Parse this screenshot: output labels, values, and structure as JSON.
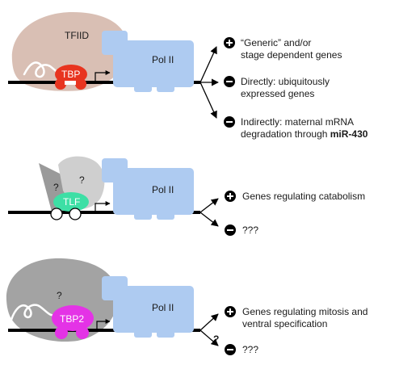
{
  "panels": [
    {
      "complex_label": "TFIID",
      "factor_label": "TBP",
      "pol_label": "Pol II",
      "outcomes": [
        {
          "sign": "plus",
          "line1": "“Generic” and/or",
          "line2": "stage dependent genes"
        },
        {
          "sign": "minus",
          "line1": "Directly: ubiquitously",
          "line2": "expressed genes"
        },
        {
          "sign": "minus",
          "line1": "Indirectly: maternal mRNA",
          "line2_prefix": "degradation through ",
          "line2_bold": "miR-430"
        }
      ],
      "colors": {
        "complex": "#d9bfb4",
        "factor": "#e8341f"
      }
    },
    {
      "unknown_mark_1": "?",
      "unknown_mark_2": "?",
      "factor_label": "TLF",
      "pol_label": "Pol II",
      "outcomes": [
        {
          "sign": "plus",
          "line1": "Genes regulating catabolism"
        },
        {
          "sign": "minus",
          "line1": "???"
        }
      ],
      "colors": {
        "complex_dark": "#9a9a9a",
        "complex_light": "#cfcfcf",
        "factor": "#3ddfa5"
      }
    },
    {
      "unknown_mark_1": "?",
      "factor_label": "TBP2",
      "pol_label": "Pol II",
      "outcomes": [
        {
          "sign": "plus",
          "line1": "Genes regulating mitosis and",
          "line2": "ventral specification"
        },
        {
          "sign": "minus",
          "line1": "???",
          "arrow_mark": "?"
        }
      ],
      "colors": {
        "complex": "#a3a3a3",
        "factor": "#e433e6"
      }
    }
  ],
  "colors": {
    "pol": "#aecbf1",
    "dna": "#000000"
  }
}
